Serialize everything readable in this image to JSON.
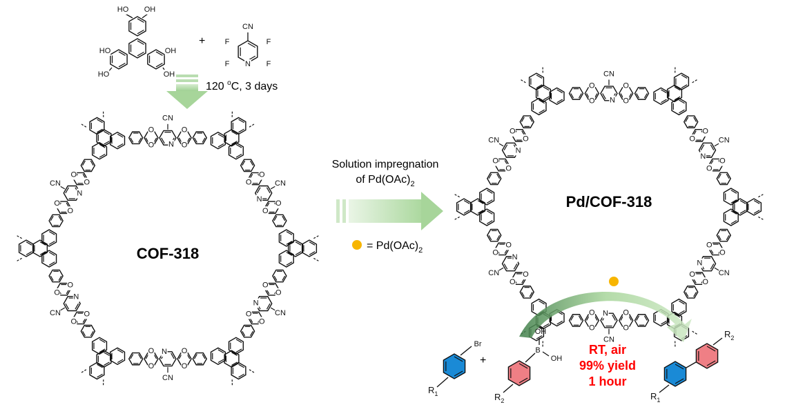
{
  "reactants": {
    "monomer1": {
      "substituent": "HO"
    },
    "plus": "+",
    "monomer2": {
      "cn": "CN",
      "f": "F",
      "n": "N"
    }
  },
  "step1": {
    "condition_main": "120 ",
    "condition_sup": "o",
    "condition_tail": "C, 3 days"
  },
  "cof": {
    "name": "COF-318",
    "atoms": {
      "o": "O",
      "n": "N",
      "cn": "CN"
    }
  },
  "step2": {
    "line1": "Solution impregnation",
    "line2": "of Pd(OAc)",
    "line2_sub": "2"
  },
  "legend": {
    "text": "= Pd(OAc)",
    "sub": "2",
    "dot_color": "#f7b500"
  },
  "pd_cof": {
    "name": "Pd/COF-318"
  },
  "coupling": {
    "aryl_bromide": {
      "br": "Br",
      "r": "R",
      "r_sub": "1"
    },
    "plus": "+",
    "boronic_acid": {
      "oh": "OH",
      "b": "B",
      "r": "R",
      "r_sub": "2"
    },
    "conditions": [
      "RT, air",
      "99% yield",
      "1 hour"
    ],
    "product": {
      "r1": "R",
      "r1_sub": "1",
      "r2": "R",
      "r2_sub": "2"
    },
    "colors": {
      "blue_ring": "#1a8ad6",
      "red_ring": "#ef7f85",
      "condition_text": "#ff0000"
    }
  },
  "colors": {
    "arrow_green": "#b9ddb0",
    "arrow_dark": "#5e9a63"
  }
}
